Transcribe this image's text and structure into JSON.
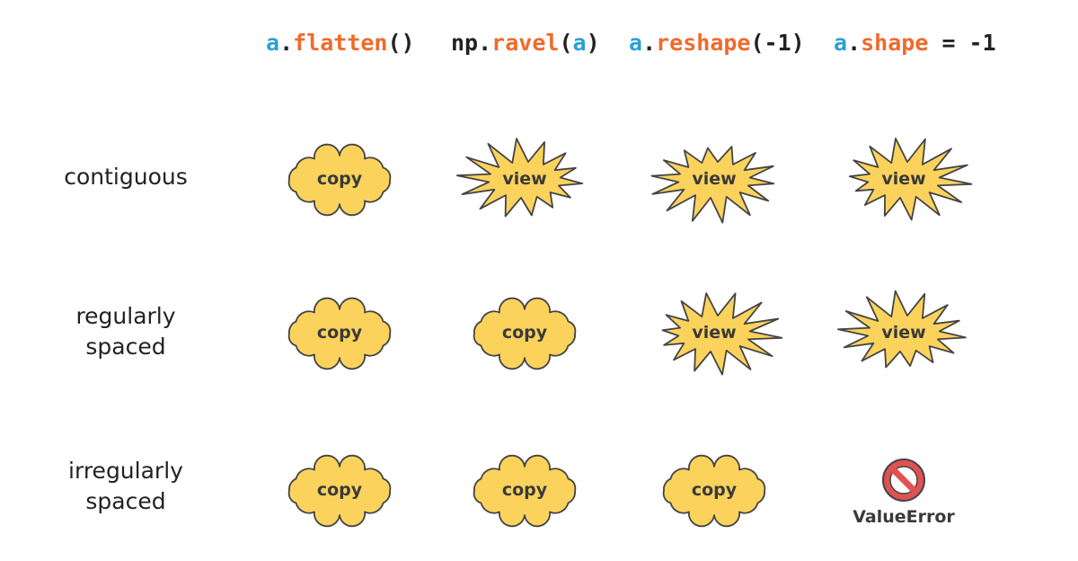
{
  "columns": [
    {
      "parts": [
        {
          "t": "a",
          "c": "blue"
        },
        {
          "t": ".",
          "c": "dark"
        },
        {
          "t": "flatten",
          "c": "orange"
        },
        {
          "t": "()",
          "c": "dark"
        }
      ]
    },
    {
      "parts": [
        {
          "t": "np",
          "c": "dark"
        },
        {
          "t": ".",
          "c": "dark"
        },
        {
          "t": "ravel",
          "c": "orange"
        },
        {
          "t": "(",
          "c": "dark"
        },
        {
          "t": "a",
          "c": "blue"
        },
        {
          "t": ")",
          "c": "dark"
        }
      ]
    },
    {
      "parts": [
        {
          "t": "a",
          "c": "blue"
        },
        {
          "t": ".",
          "c": "dark"
        },
        {
          "t": "reshape",
          "c": "orange"
        },
        {
          "t": "(-1)",
          "c": "dark"
        }
      ]
    },
    {
      "parts": [
        {
          "t": "a",
          "c": "blue"
        },
        {
          "t": ".",
          "c": "dark"
        },
        {
          "t": "shape",
          "c": "orange"
        },
        {
          "t": " = -1",
          "c": "dark"
        }
      ]
    }
  ],
  "rows": [
    {
      "label_lines": [
        "contiguous"
      ]
    },
    {
      "label_lines": [
        "regularly",
        "spaced"
      ]
    },
    {
      "label_lines": [
        "irregularly",
        "spaced"
      ]
    }
  ],
  "cells": [
    [
      {
        "kind": "copy",
        "text": "copy"
      },
      {
        "kind": "view",
        "text": "view"
      },
      {
        "kind": "view",
        "text": "view"
      },
      {
        "kind": "view",
        "text": "view"
      }
    ],
    [
      {
        "kind": "copy",
        "text": "copy"
      },
      {
        "kind": "copy",
        "text": "copy"
      },
      {
        "kind": "view",
        "text": "view"
      },
      {
        "kind": "view",
        "text": "view"
      }
    ],
    [
      {
        "kind": "copy",
        "text": "copy"
      },
      {
        "kind": "copy",
        "text": "copy"
      },
      {
        "kind": "copy",
        "text": "copy"
      },
      {
        "kind": "error",
        "text": "ValueError",
        "icon": "no-entry-icon"
      }
    ]
  ],
  "colors": {
    "fill": "#fbd35c",
    "stroke": "#444444",
    "blue": "#2aa0d8",
    "orange": "#f06a2a",
    "dark": "#222222",
    "error_red": "#e05252"
  }
}
